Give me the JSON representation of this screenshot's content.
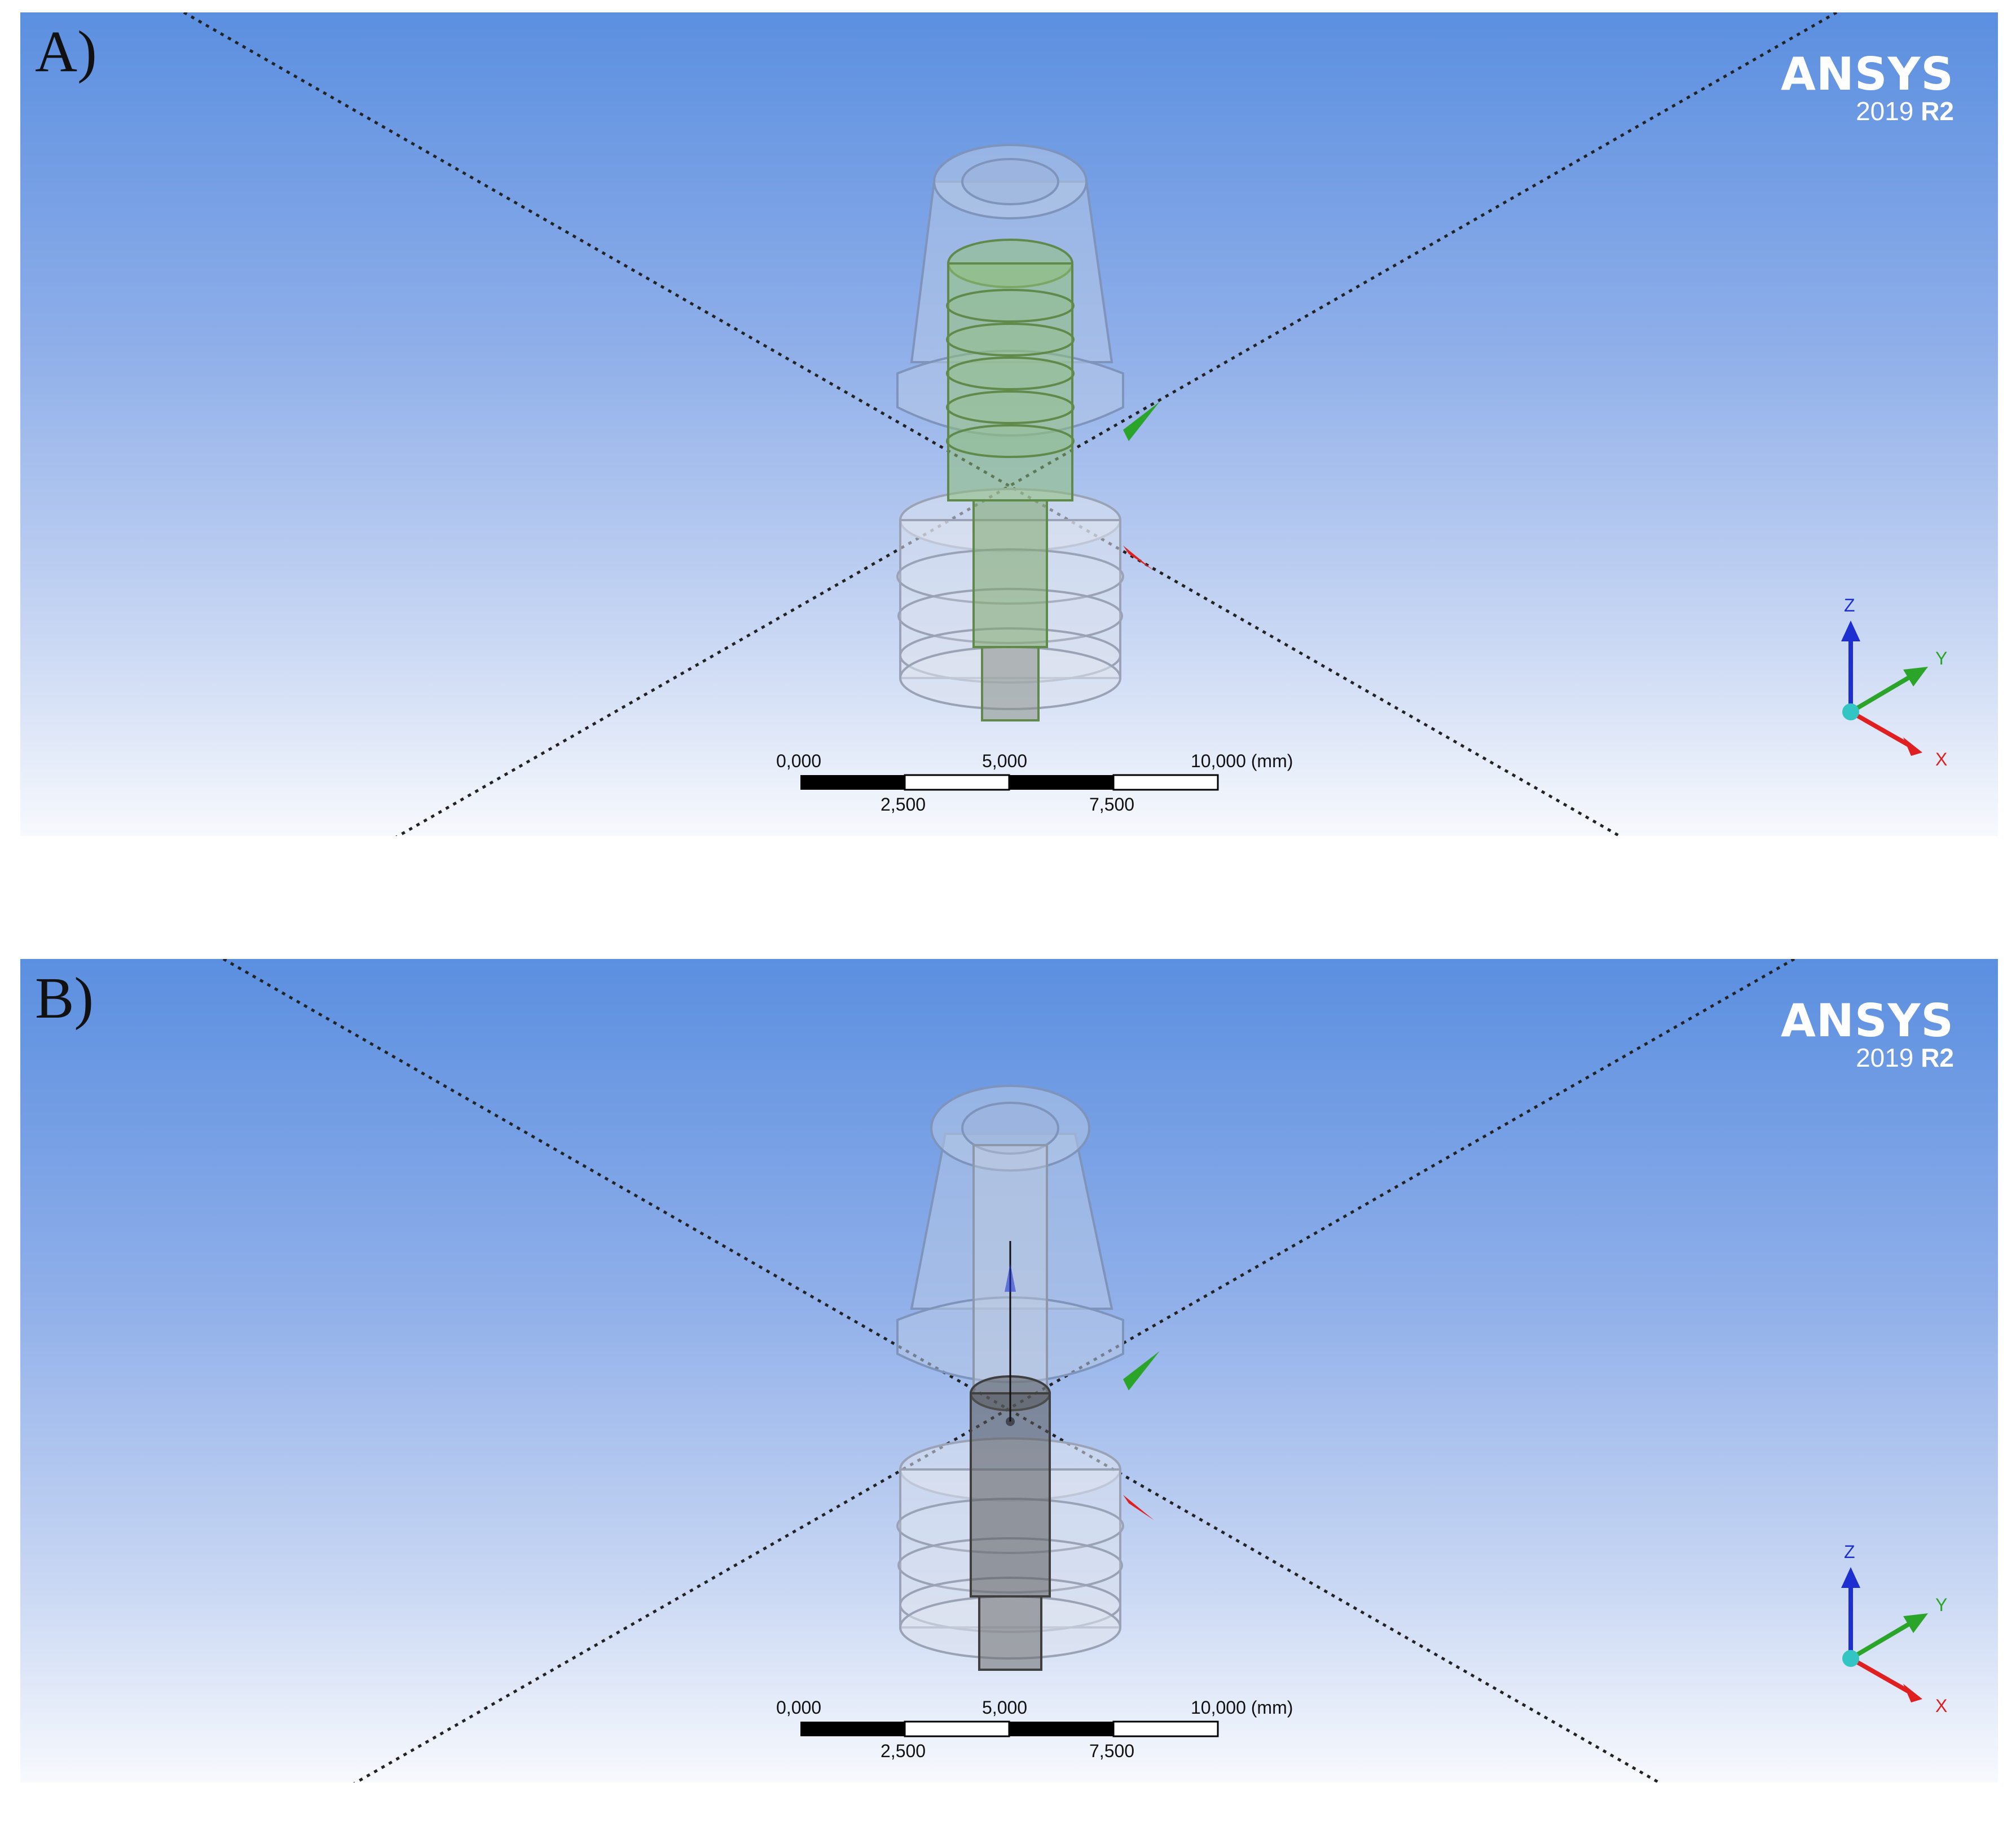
{
  "panels": [
    {
      "label": "A)",
      "logo": {
        "name": "ANSYS",
        "version": "2019",
        "release": "R2"
      },
      "scale": {
        "top_labels": [
          "0,000",
          "5,000",
          "10,000 (mm)"
        ],
        "bottom_labels": [
          "2,500",
          "7,500"
        ]
      },
      "triad": {
        "z": "Z",
        "y": "Y",
        "x": "X"
      },
      "screw_material": "green-translucent"
    },
    {
      "label": "B)",
      "logo": {
        "name": "ANSYS",
        "version": "2019",
        "release": "R2"
      },
      "scale": {
        "top_labels": [
          "0,000",
          "5,000",
          "10,000 (mm)"
        ],
        "bottom_labels": [
          "2,500",
          "7,500"
        ]
      },
      "triad": {
        "z": "Z",
        "y": "Y",
        "x": "X"
      },
      "screw_material": "gray-translucent"
    }
  ],
  "colors": {
    "background_top": "#5b8fe0",
    "background_bottom": "#f7f9fd",
    "axis_x": "#e02020",
    "axis_y": "#2aa52a",
    "axis_z": "#1d2fd0",
    "triad_origin": "#33c4c4",
    "screw_green": "#8fbf7a",
    "screw_gray": "#5a5a5a"
  }
}
